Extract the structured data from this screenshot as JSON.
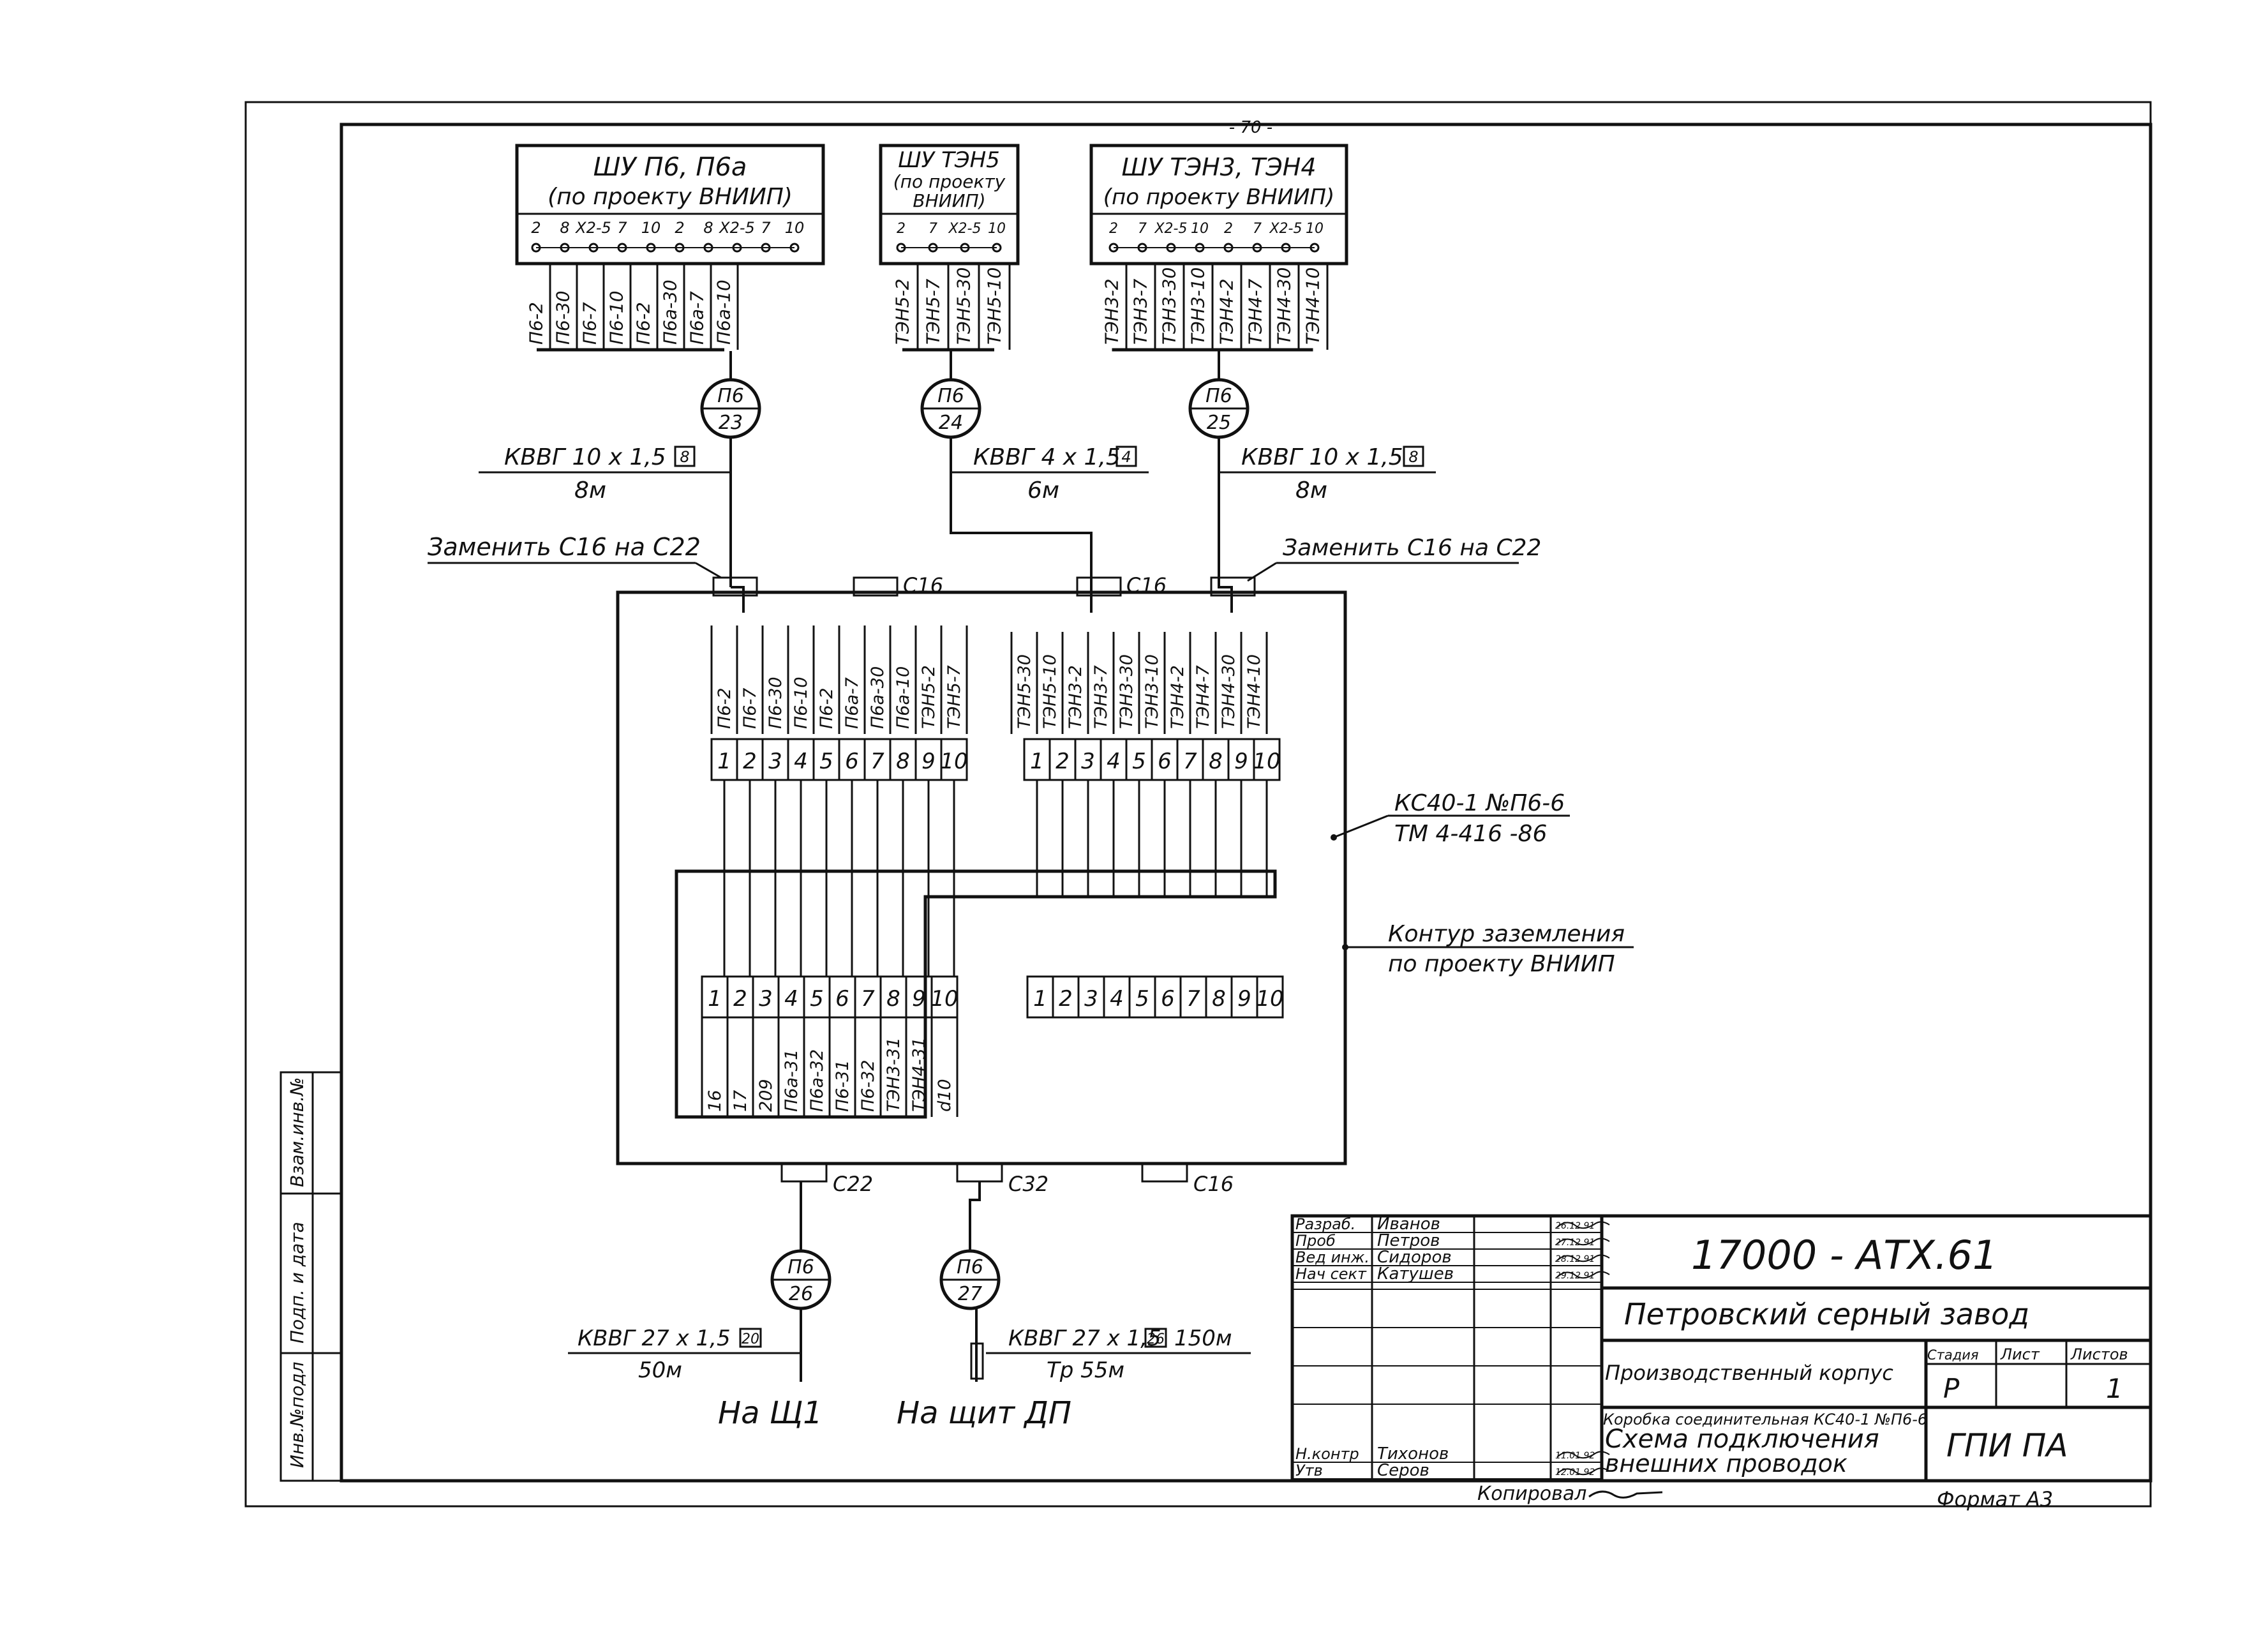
{
  "page_number": "- 70 -",
  "panels": [
    {
      "title": "ШУ П6, П6а",
      "subtitle": "(по проекту ВНИИП)",
      "terminals": [
        "2",
        "8",
        "X2-5",
        "7",
        "10",
        "2",
        "8",
        "X2-5",
        "7",
        "10"
      ],
      "wires": [
        "П6-2",
        "П6-30",
        "П6-7",
        "П6-10",
        "П6-2",
        "П6а-30",
        "П6а-7",
        "П6а-10"
      ]
    },
    {
      "title": "ШУ ТЭН5",
      "subtitle": "(по проекту ВНИИП)",
      "terminals": [
        "2",
        "7",
        "X2-5",
        "10"
      ],
      "wires": [
        "ТЭН5-2",
        "ТЭН5-7",
        "ТЭН5-30",
        "ТЭН5-10"
      ]
    },
    {
      "title": "ШУ ТЭН3, ТЭН4",
      "subtitle": "(по проекту ВНИИП)",
      "terminals": [
        "2",
        "7",
        "X2-5",
        "10",
        "2",
        "7",
        "X2-5",
        "10"
      ],
      "wires": [
        "ТЭН3-2",
        "ТЭН3-7",
        "ТЭН3-30",
        "ТЭН3-10",
        "ТЭН4-2",
        "ТЭН4-7",
        "ТЭН4-30",
        "ТЭН4-10"
      ]
    }
  ],
  "cables": [
    {
      "top": "П6",
      "bottom": "23",
      "type": "КВВГ 10 х 1,5",
      "cores": "8",
      "length": "8м"
    },
    {
      "top": "П6",
      "bottom": "24",
      "type": "КВВГ 4 х 1,5",
      "cores": "4",
      "length": "6м"
    },
    {
      "top": "П6",
      "bottom": "25",
      "type": "КВВГ 10 х 1,5",
      "cores": "8",
      "length": "8м"
    },
    {
      "top": "П6",
      "bottom": "26",
      "type": "КВВГ 27 х 1,5",
      "cores": "20",
      "length": "50м"
    },
    {
      "top": "П6",
      "bottom": "27",
      "type": "КВВГ 27 х 1,5",
      "cores": "26",
      "length": "150м",
      "tube": "Тр 55м"
    }
  ],
  "notes": {
    "replace_left": "Заменить С16 на С22",
    "replace_right": "Заменить С16 на С22",
    "box_id_1": "КС40-1 №П6-6",
    "box_id_2": "ТМ 4-416 -86",
    "ground_1": "Контур заземления",
    "ground_2": "по проекту ВНИИП",
    "dest_left": "На Щ1",
    "dest_right": "На щит ДП"
  },
  "glands": [
    "С16",
    "С16",
    "С22",
    "С32",
    "С16"
  ],
  "box_wires": {
    "left_top": [
      "П6-2",
      "П6-7",
      "П6-30",
      "П6-10",
      "П6-2",
      "П6а-7",
      "П6а-30",
      "П6а-10",
      "ТЭН5-2",
      "ТЭН5-7"
    ],
    "right_top": [
      "ТЭН5-30",
      "ТЭН5-10",
      "ТЭН3-2",
      "ТЭН3-7",
      "ТЭН3-30",
      "ТЭН3-10",
      "ТЭН4-2",
      "ТЭН4-7",
      "ТЭН4-30",
      "ТЭН4-10"
    ],
    "left_bottom": [
      "16",
      "17",
      "209",
      "П6а-31",
      "П6а-32",
      "П6-31",
      "П6-32",
      "ТЭН3-31",
      "ТЭН4-31",
      "d10"
    ]
  },
  "terminal_numbers": [
    "1",
    "2",
    "3",
    "4",
    "5",
    "6",
    "7",
    "8",
    "9",
    "10"
  ],
  "title_block": {
    "code": "17000 - АТХ.61",
    "org": "Петровский серный завод",
    "building": "Производственный корпус",
    "drawing_1": "Коробка соединительная КС40-1 №П6-6",
    "drawing_2": "Схема подключения",
    "drawing_3": "внешних проводок",
    "stage_h": "Стадия",
    "sheet_h": "Лист",
    "sheets_h": "Листов",
    "stage": "Р",
    "sheets": "1",
    "company": "ГПИ ПА",
    "roles": [
      {
        "role": "Разраб.",
        "name": "Иванов",
        "date": "26.12.91"
      },
      {
        "role": "Проб",
        "name": "Петров",
        "date": "27.12.91"
      },
      {
        "role": "Вед инж.",
        "name": "Сидоров",
        "date": "28.12.91"
      },
      {
        "role": "Нач сект",
        "name": "Катушев",
        "date": "29.12.91"
      },
      {
        "role": "Н.контр",
        "name": "Тихонов",
        "date": "11.01.92"
      },
      {
        "role": "Утв",
        "name": "Серов",
        "date": "12.01.92"
      }
    ],
    "copied": "Копировал",
    "format": "Формат А3"
  },
  "left_stamp": [
    "Инв.№подл",
    "Подп. и дата",
    "Взам.инв.№"
  ]
}
